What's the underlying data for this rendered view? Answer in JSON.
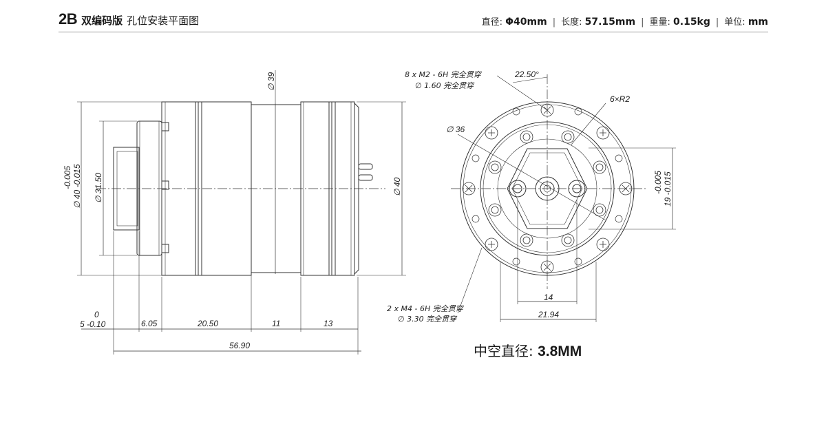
{
  "header": {
    "model": "2B",
    "variant": "双编码版",
    "subtitle": "孔位安装平面图",
    "specs": [
      {
        "label": "直径:",
        "value": "Φ40mm"
      },
      {
        "label": "长度:",
        "value": "57.15mm"
      },
      {
        "label": "重量:",
        "value": "0.15kg"
      },
      {
        "label": "单位:",
        "value": "mm"
      }
    ]
  },
  "side_view": {
    "dim_top_dia": "∅ 39",
    "dim_body_dia": "∅ 40",
    "dim_hub_dia": "∅ 31.50",
    "tol_left": "∅ 40 -0.015",
    "tol_left_upper": "-0.005",
    "tol_small_upper": "0",
    "tol_small": "5 -0.10",
    "dim_6_05": "6.05",
    "dim_20_50": "20.50",
    "dim_11": "11",
    "dim_13": "13",
    "dim_total": "56.90"
  },
  "front_view": {
    "callout_m2_line1": "8 x  M2 - 6H 完全贯穿",
    "callout_m2_line2": "∅  1.60 完全贯穿",
    "angle": "22.50°",
    "fillet": "6×R2",
    "dia_36": "∅ 36",
    "tol_right_upper": "-0.005",
    "tol_right": "19 -0.015",
    "dim_14": "14",
    "dim_21_94": "21.94",
    "callout_m4_line1": "2 x  M4 - 6H 完全贯穿",
    "callout_m4_line2": "∅  3.30 完全贯穿"
  },
  "note": {
    "label": "中空直径:",
    "value": "3.8MM"
  }
}
